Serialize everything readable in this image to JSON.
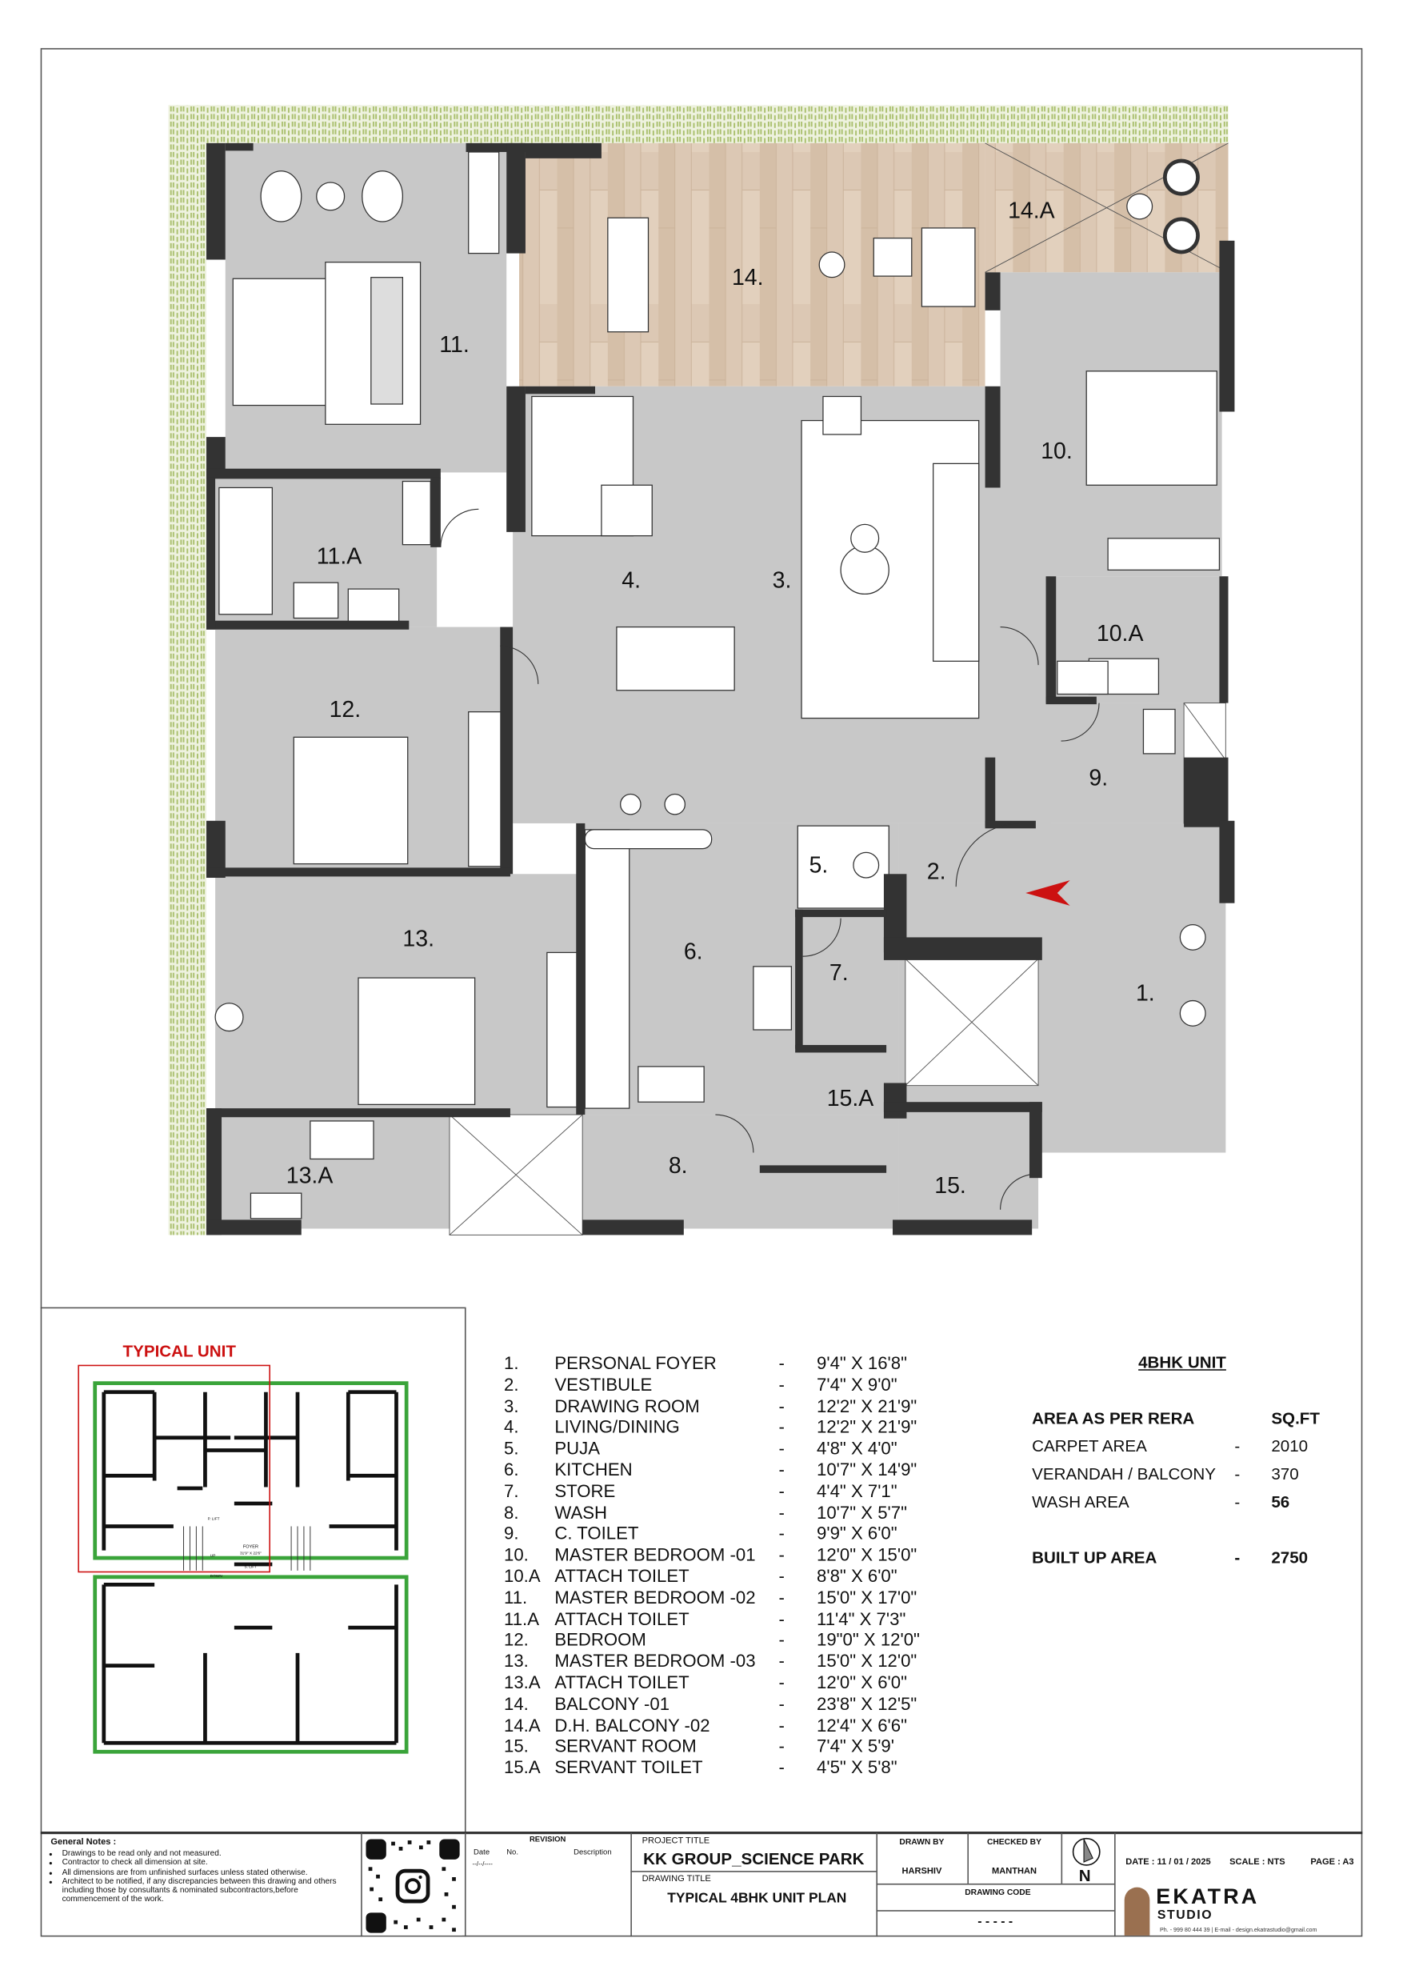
{
  "room_labels": {
    "r1": "1.",
    "r2": "2.",
    "r3": "3.",
    "r4": "4.",
    "r5": "5.",
    "r6": "6.",
    "r7": "7.",
    "r8": "8.",
    "r9": "9.",
    "r10": "10.",
    "r10a": "10.A",
    "r11": "11.",
    "r11a": "11.A",
    "r12": "12.",
    "r13": "13.",
    "r13a": "13.A",
    "r14": "14.",
    "r14a": "14.A",
    "r15": "15.",
    "r15a": "15.A"
  },
  "colors": {
    "wall": "#333333",
    "floor": "#c8c8c8",
    "wood": "#d8c3ae",
    "landscape": "#b5c77f",
    "entry_arrow": "#cc1111",
    "key_green": "#3aa43a",
    "key_red": "#cc1111"
  },
  "key_plan": {
    "title": "TYPICAL UNIT",
    "foyer": "FOYER",
    "foyer_size": "31'9\" X 22'6\"",
    "up": "UP",
    "down": "DOWN",
    "p_lift": "P. LIFT",
    "s_lift": "S. LIFT"
  },
  "room_schedule": [
    {
      "no": "1.",
      "name": "PERSONAL FOYER",
      "size": "9'4\" X 16'8\""
    },
    {
      "no": "2.",
      "name": "VESTIBULE",
      "size": "7'4\" X 9'0\""
    },
    {
      "no": "3.",
      "name": "DRAWING ROOM",
      "size": "12'2\" X 21'9\""
    },
    {
      "no": "4.",
      "name": "LIVING/DINING",
      "size": "12'2\" X 21'9\""
    },
    {
      "no": "5.",
      "name": "PUJA",
      "size": "4'8\" X 4'0\""
    },
    {
      "no": "6.",
      "name": "KITCHEN",
      "size": "10'7\" X 14'9\""
    },
    {
      "no": "7.",
      "name": "STORE",
      "size": "4'4\" X 7'1\""
    },
    {
      "no": "8.",
      "name": "WASH",
      "size": "10'7\" X 5'7\""
    },
    {
      "no": "9.",
      "name": "C. TOILET",
      "size": "9'9\" X 6'0\""
    },
    {
      "no": "10.",
      "name": "MASTER BEDROOM -01",
      "size": "12'0\" X 15'0\""
    },
    {
      "no": "10.A",
      "name": "ATTACH TOILET",
      "size": "8'8\" X 6'0\""
    },
    {
      "no": "11.",
      "name": "MASTER BEDROOM -02",
      "size": "15'0\" X 17'0\""
    },
    {
      "no": "11.A",
      "name": "ATTACH TOILET",
      "size": "11'4\" X 7'3\""
    },
    {
      "no": "12.",
      "name": "BEDROOM",
      "size": "19\"0\" X 12'0\""
    },
    {
      "no": "13.",
      "name": "MASTER BEDROOM -03",
      "size": "15'0\" X 12'0\""
    },
    {
      "no": "13.A",
      "name": "ATTACH TOILET",
      "size": "12'0\" X 6'0\""
    },
    {
      "no": "14.",
      "name": "BALCONY -01",
      "size": "23'8\" X 12'5\""
    },
    {
      "no": "14.A",
      "name": "D.H. BALCONY -02",
      "size": "12'4\" X 6'6\""
    },
    {
      "no": "15.",
      "name": "SERVANT ROOM",
      "size": "7'4\" X 5'9'"
    },
    {
      "no": "15.A",
      "name": "SERVANT TOILET",
      "size": "4'5\" X 5'8\""
    }
  ],
  "separator": "-",
  "area": {
    "unit_title": "4BHK UNIT",
    "header": "AREA AS PER RERA",
    "unit": "SQ.FT",
    "rows": [
      {
        "label": "CARPET AREA",
        "value": "2010"
      },
      {
        "label": "VERANDAH / BALCONY",
        "value": "370"
      },
      {
        "label": "WASH AREA",
        "value": "56"
      }
    ],
    "built_up_label": "BUILT UP AREA",
    "built_up_value": "2750"
  },
  "title_block": {
    "notes_title": "General Notes :",
    "notes": [
      "Drawings to be read only  and not measured.",
      "Contractor to check all dimension at site.",
      "All dimensions are from unfinished surfaces unless stated otherwise.",
      "Architect to be notified, if any discrepancies between this drawing and others including those by consultants & nominated subcontractors,before commencement of the work."
    ],
    "revision": "REVISION",
    "rev_date": "Date",
    "rev_no": "No.",
    "rev_desc": "Description",
    "rev_date_value": "--/--/----",
    "project_title_label": "PROJECT TITLE",
    "project_title": "KK GROUP_SCIENCE PARK",
    "drawing_title_label": "DRAWING TITLE",
    "drawing_title": "TYPICAL 4BHK UNIT PLAN",
    "drawn_by_label": "DRAWN BY",
    "drawn_by": "HARSHIV",
    "checked_by_label": "CHECKED BY",
    "checked_by": "MANTHAN",
    "north": "N",
    "drawing_code_label": "DRAWING CODE",
    "drawing_code": "- - - - -",
    "date": "DATE : 11 / 01 / 2025",
    "scale": "SCALE :  NTS",
    "page": "PAGE : A3",
    "studio_name": "EKATRA",
    "studio_sub": "STUDIO",
    "contact": "Ph. - 999 80 444 39 | E-mail - design.ekatrastudio@gmail.com"
  }
}
